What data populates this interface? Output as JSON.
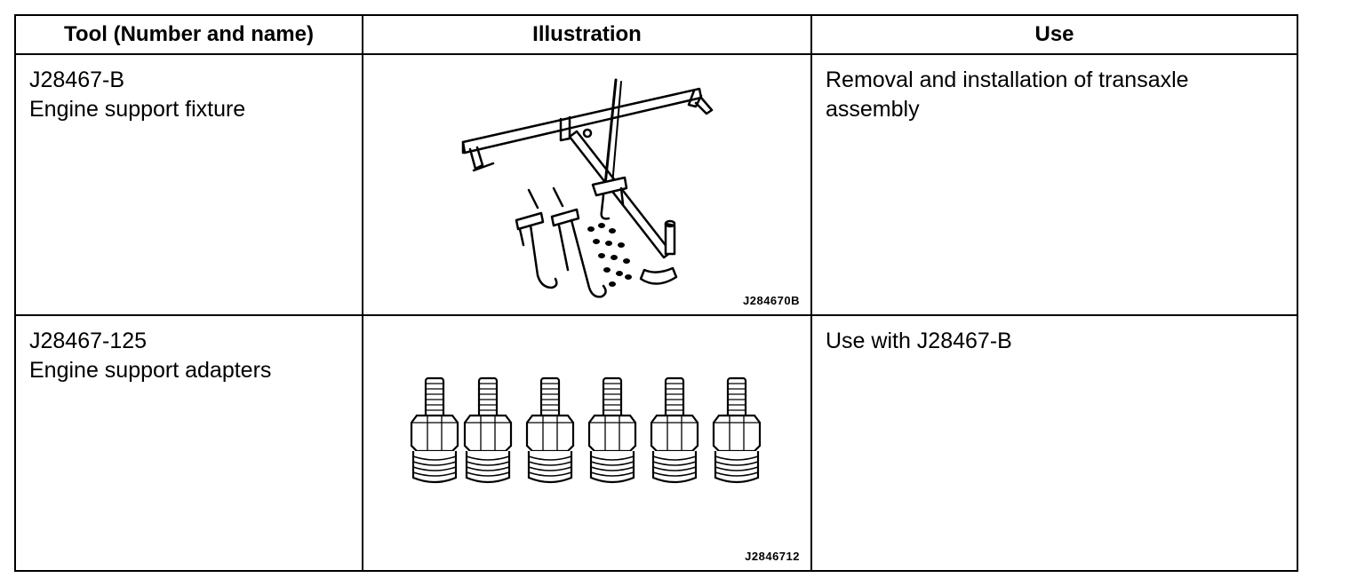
{
  "table": {
    "headers": {
      "tool": "Tool (Number and name)",
      "illustration": "Illustration",
      "use": "Use"
    },
    "rows": [
      {
        "tool_number": "J28467-B",
        "tool_name": "Engine support fixture",
        "illustration_id": "J284670B",
        "use_line1": "Removal and installation of transaxle",
        "use_line2": "assembly"
      },
      {
        "tool_number": "J28467-125",
        "tool_name": "Engine support adapters",
        "illustration_id": "J2846712",
        "use_line1": "Use with J28467-B",
        "use_line2": ""
      }
    ]
  }
}
